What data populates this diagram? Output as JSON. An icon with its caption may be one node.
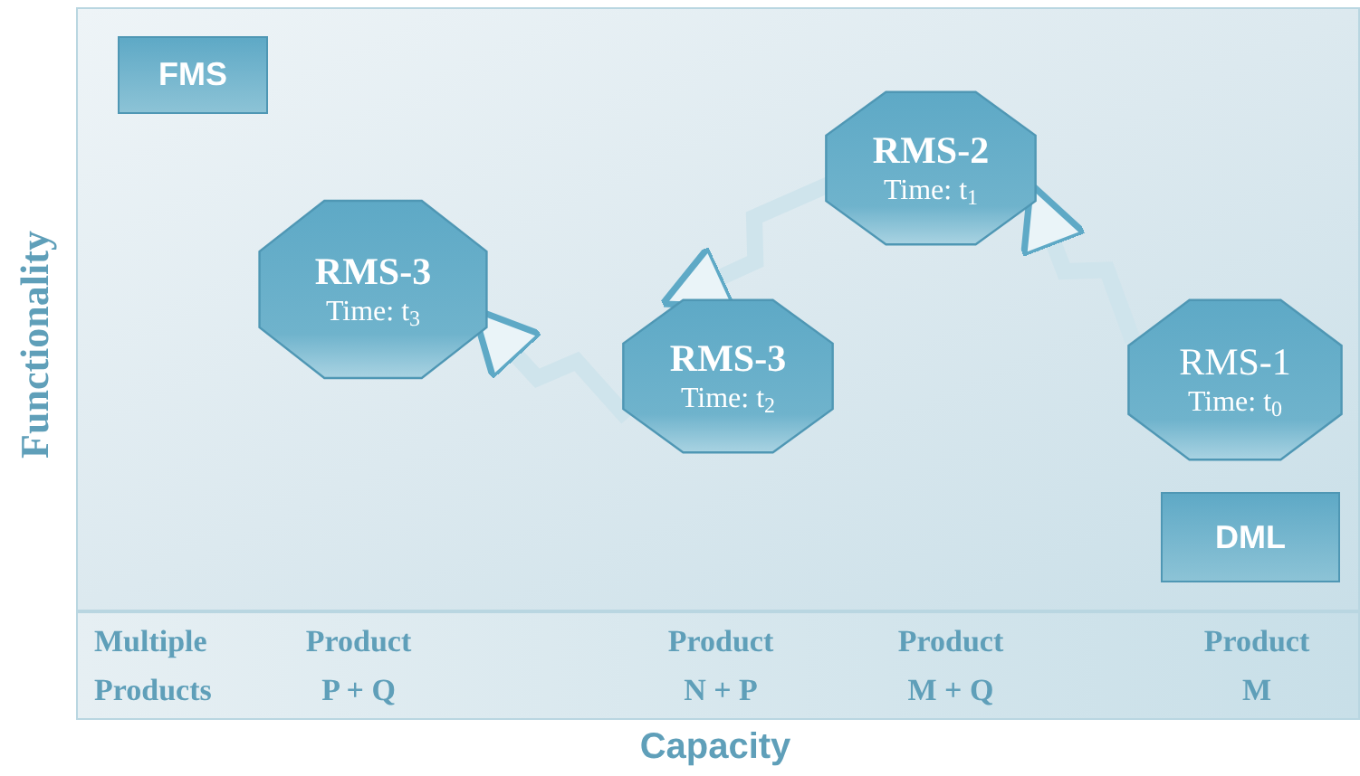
{
  "diagram": {
    "nodes": [
      {
        "text": [
          "FMS"
        ]
      },
      {
        "text": [
          "RMS-2",
          "Time: t$_{1}$"
        ]
      },
      {
        "text": [
          "RMS-3",
          "Time: t$_{3}$"
        ]
      },
      {
        "text": [
          "RMS-3",
          "Time: t$_{2}$"
        ]
      },
      {
        "text": [
          "RMS-1",
          "Time: t$_{0}$"
        ]
      },
      {
        "text": [
          "DML"
        ]
      }
    ],
    "edges": [
      {
        "from": 4,
        "to": 1,
        "arrow": "to"
      },
      {
        "from": 1,
        "to": 3,
        "arrow": "to"
      },
      {
        "from": 3,
        "to": 2,
        "arrow": "to"
      }
    ],
    "labels": [
      "Functionality",
      "Multiple Products",
      "Product P + Q",
      "Product N + P",
      "Product M + Q",
      "Product M",
      "Capacity"
    ]
  }
}
